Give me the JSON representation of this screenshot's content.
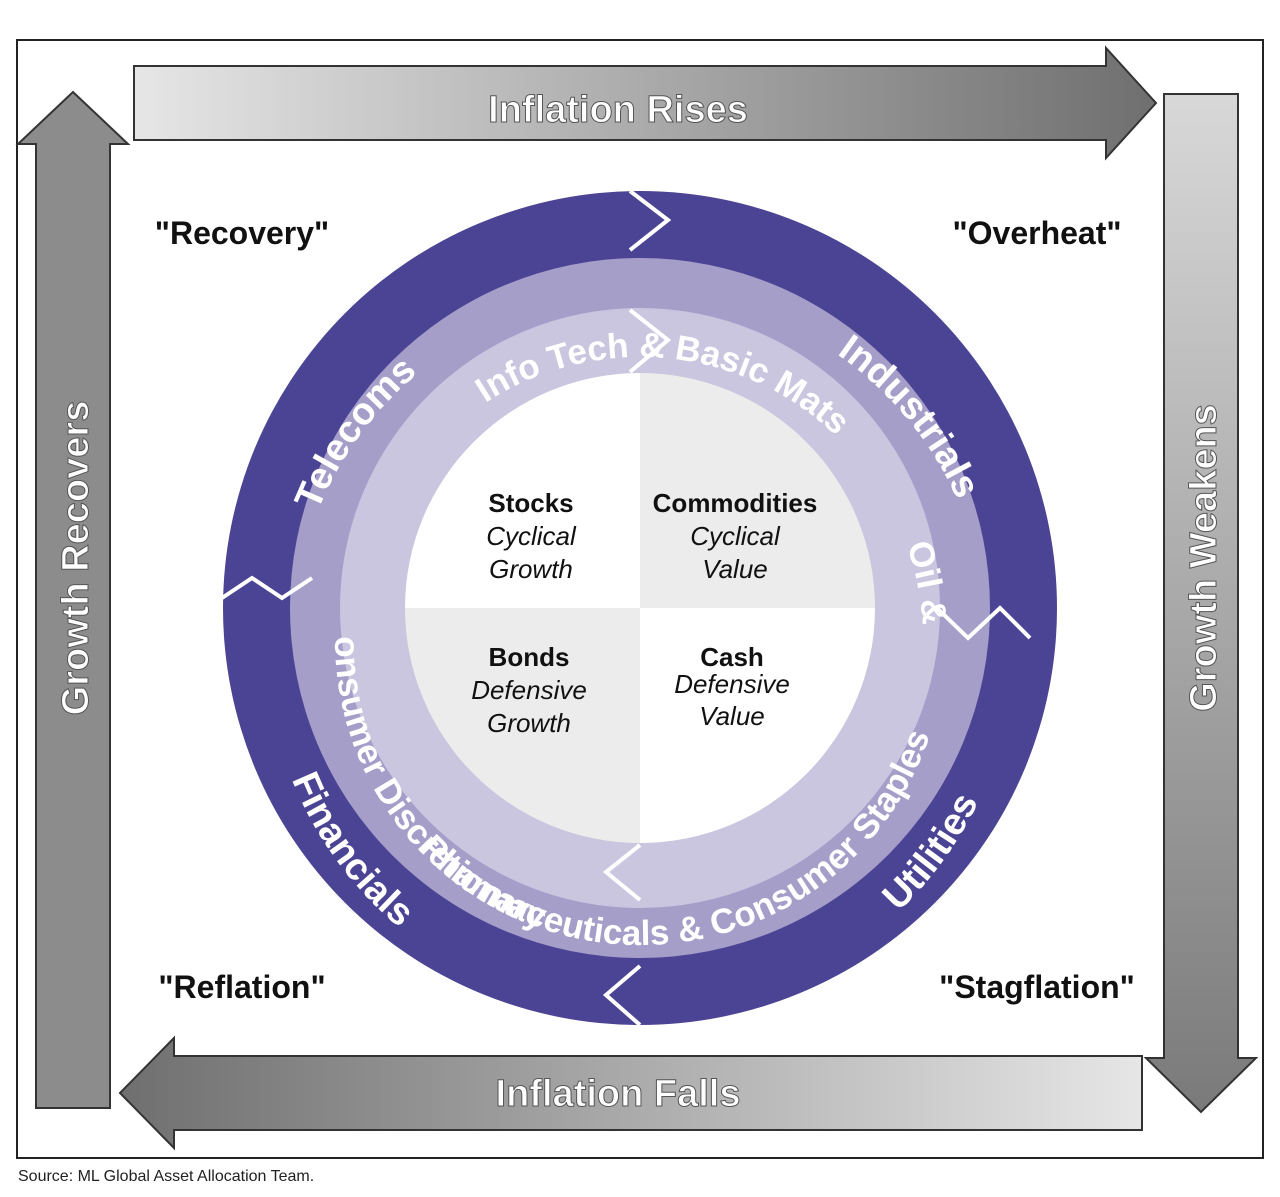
{
  "arrows": {
    "top": "Inflation Rises",
    "bottom": "Inflation Falls",
    "left": "Growth Recovers",
    "right": "Growth Weakens"
  },
  "phases": {
    "top_left": "\"Recovery\"",
    "top_right": "\"Overheat\"",
    "bottom_left": "\"Reflation\"",
    "bottom_right": "\"Stagflation\""
  },
  "outer_ring": {
    "telecoms": "Telecoms",
    "industrials": "Industrials",
    "utilities": "Utilities",
    "financials": "Financials"
  },
  "middle_ring": {
    "info_tech": "Info Tech & Basic Mats",
    "oil_gas": "Oil & Gas",
    "pharma": "Pharmaceuticals & Consumer Staples",
    "consumer_discretionary": "Consumer Discretionary"
  },
  "quadrants": {
    "stocks": {
      "title": "Stocks",
      "line1": "Cyclical",
      "line2": "Growth"
    },
    "commodities": {
      "title": "Commodities",
      "line1": "Cyclical",
      "line2": "Value"
    },
    "bonds": {
      "title": "Bonds",
      "line1": "Defensive",
      "line2": "Growth"
    },
    "cash": {
      "title": "Cash",
      "line1": "Defensive",
      "line2": "Value"
    }
  },
  "source": "Source: ML Global Asset Allocation Team.",
  "colors": {
    "outer_ring": "#4b4494",
    "middle_ring": "#a59ec9",
    "inner_ring": "#cbc6e0",
    "quadrant_light": "#ececec",
    "quadrant_white": "#ffffff"
  }
}
